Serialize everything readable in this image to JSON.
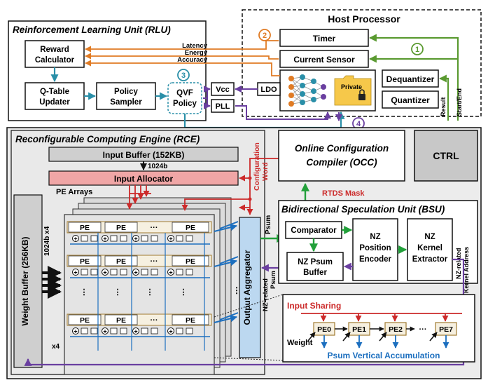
{
  "rlu": {
    "title": "Reinforcement Learning Unit (RLU)",
    "reward_calc": [
      "Reward",
      "Calculator"
    ],
    "qtable": [
      "Q-Table",
      "Updater"
    ],
    "policy_sampler": [
      "Policy",
      "Sampler"
    ],
    "qvf": [
      "QVF",
      "Policy"
    ],
    "vcc": "Vcc",
    "pll": "PLL",
    "ldo": "LDO",
    "sig_latency": "Latency",
    "sig_energy": "Energy",
    "sig_accuracy": "Accuracy"
  },
  "host": {
    "title": "Host Processor",
    "timer": "Timer",
    "current_sensor": "Current Sensor",
    "dequantizer": "Dequantizer",
    "quantizer": "Quantizer",
    "private": "Private",
    "result": "Result",
    "start_end": "Start/End"
  },
  "markers": {
    "m1": "1",
    "m2": "2",
    "m3": "3",
    "m4": "4"
  },
  "rce": {
    "title": "Reconfigurable Computing Engine (RCE)",
    "input_buffer": "Input Buffer (152KB)",
    "bus_top": "1024b",
    "input_allocator": "Input  Allocator",
    "pe_arrays": "PE Arrays",
    "weight_buffer": "Weight Buffer (256KB)",
    "bus_left": "1024b x4",
    "x4": "x4",
    "pe": "PE",
    "dots": "···",
    "output_aggregator": "Output Aggregator",
    "config_word": [
      "Configuration",
      "Word"
    ],
    "psum": "Psum",
    "nz_psum": [
      "NZ-related",
      "Psum"
    ]
  },
  "occ": {
    "title": [
      "Online Configuration",
      "Compiler (OCC)"
    ]
  },
  "ctrl": "CTRL",
  "bsu": {
    "title": "Bidirectional Speculation Unit (BSU)",
    "rtds": "RTDS Mask",
    "comparator": "Comparator",
    "nz_psum_buffer": [
      "NZ Psum",
      "Buffer"
    ],
    "nz_pos": [
      "NZ",
      "Position",
      "Encoder"
    ],
    "nz_kernel": [
      "NZ",
      "Kernel",
      "Extractor"
    ],
    "nz_kernel_addr": [
      "NZ-related",
      "Kernel Address"
    ]
  },
  "detail": {
    "input_sharing": "Input Sharing",
    "weight": "Weight",
    "pes": [
      "PE0",
      "PE1",
      "PE2",
      "PE7"
    ],
    "dots": "···",
    "psum_acc": "Psum Vertical Accumulation"
  }
}
